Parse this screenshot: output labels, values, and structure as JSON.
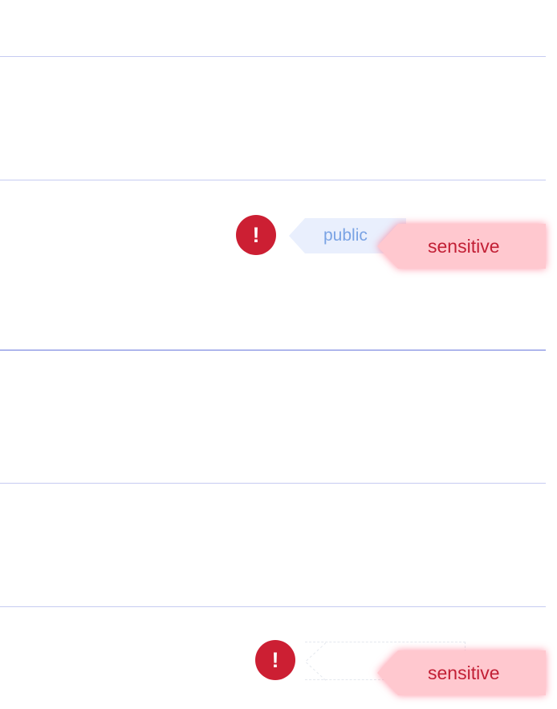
{
  "rows": [
    {
      "alert_icon": "exclamation-icon",
      "public_label": "public",
      "sensitive_label": "sensitive"
    },
    {
      "alert_icon": "exclamation-icon",
      "public_label": "",
      "sensitive_label": "sensitive"
    }
  ],
  "colors": {
    "divider": "#c6cbf1",
    "divider_active": "#6a78dc",
    "alert": "#cc1f33",
    "public_bg": "#e9effd",
    "public_text": "#7aa3e4",
    "sensitive_bg": "#ffc8cf",
    "sensitive_text": "#c21f35"
  }
}
